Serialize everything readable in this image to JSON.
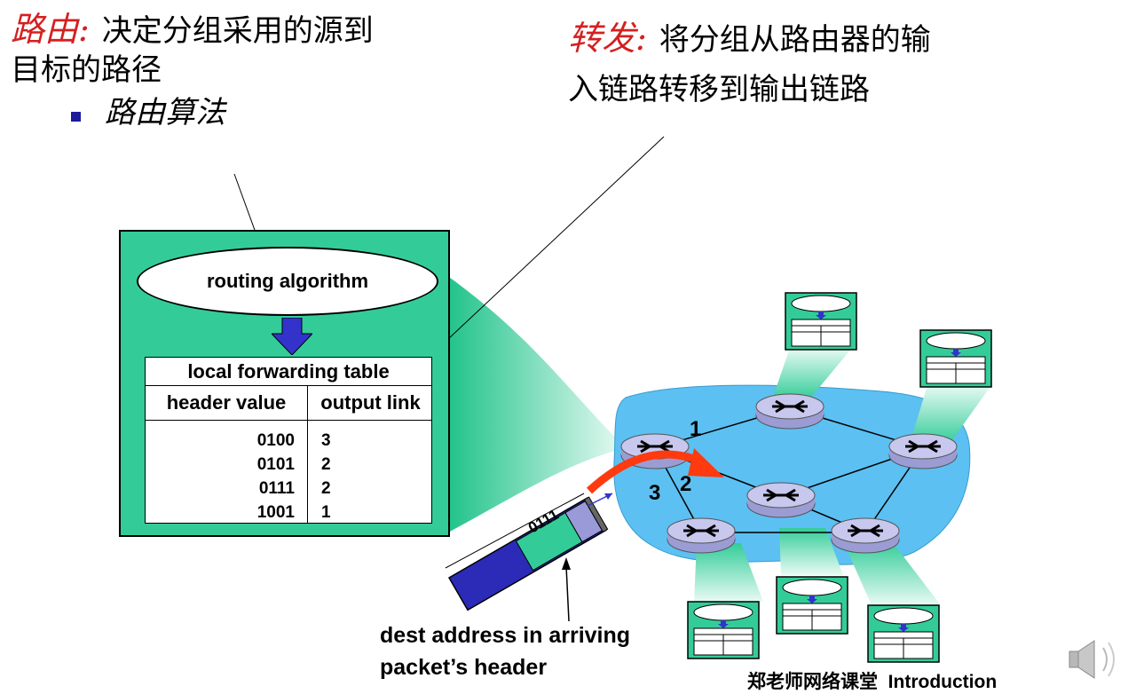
{
  "routing": {
    "term": "路由:",
    "desc_line1": "决定分组采用的源到",
    "desc_line2": "目标的路径",
    "bullet_item": "路由算法"
  },
  "forwarding": {
    "term": "转发:",
    "desc_line1": "将分组从路由器的输",
    "desc_line2": "入链路转移到输出链路"
  },
  "router_box": {
    "algorithm_label": "routing algorithm",
    "table_title": "local forwarding table",
    "col_headers": [
      "header value",
      "output link"
    ],
    "rows": [
      {
        "header": "0100",
        "link": "3"
      },
      {
        "header": "0101",
        "link": "2"
      },
      {
        "header": "0111",
        "link": "2"
      },
      {
        "header": "1001",
        "link": "1"
      }
    ]
  },
  "link_labels": [
    "1",
    "2",
    "3"
  ],
  "packet": {
    "header_value": "0111",
    "caption_line1": "dest address in arriving",
    "caption_line2": "packet’s header"
  },
  "footer": {
    "text": "郑老师网络课堂  Introduction"
  },
  "colors": {
    "panel_green": "#33cc99",
    "network_blue": "#5cc0f2",
    "router_purple": "#b8b8e6",
    "packet_blue": "#2b2bb8",
    "arrow_red": "#ff3a0e",
    "term_red": "#d42020"
  },
  "icons": [
    "speaker-icon",
    "router-icon",
    "down-arrow-icon"
  ]
}
